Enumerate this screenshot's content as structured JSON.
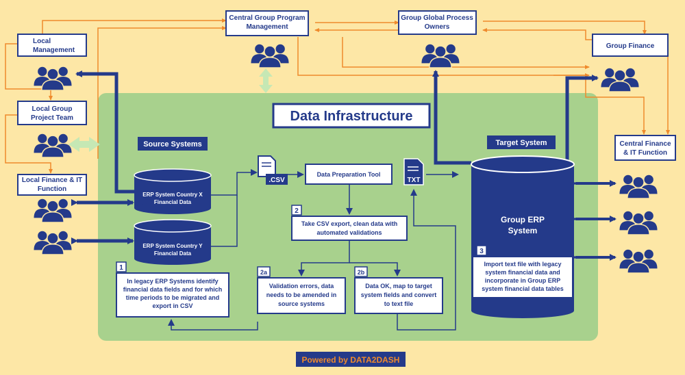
{
  "colors": {
    "background": "#fde7a6",
    "infrastructure": "#a8d18d",
    "navy": "#243a8a",
    "orange": "#ef8a2c",
    "light_arrow": "#c6e8b4",
    "box_fill": "#ffffff"
  },
  "infrastructure": {
    "title": "Data Infrastructure",
    "source_label": "Source Systems",
    "target_label": "Target System"
  },
  "org": {
    "central_pm": [
      "Central Group Program",
      "Management"
    ],
    "global_process": [
      "Group Global Process",
      "Owners"
    ],
    "local_mgmt": [
      "Local",
      "Management"
    ],
    "group_finance": [
      "Group Finance"
    ],
    "local_project": [
      "Local Group",
      "Project Team"
    ],
    "local_finance": [
      "Local Finance & IT",
      "Function"
    ],
    "central_finance": [
      "Central Finance",
      "& IT Function"
    ]
  },
  "databases": {
    "erp_x": [
      "ERP System Country X",
      "Financial Data"
    ],
    "erp_y": [
      "ERP System Country Y",
      "Financial Data"
    ],
    "group_erp": [
      "Group ERP",
      "System"
    ]
  },
  "tool": {
    "data_prep": "Data Preparation Tool",
    "csv_icon": ".CSV",
    "txt_icon": "TXT"
  },
  "steps": {
    "s1": {
      "num": "1",
      "lines": [
        "In legacy ERP Systems identify",
        "financial data fields and for which",
        "time periods to be migrated and",
        "export in CSV"
      ]
    },
    "s2": {
      "num": "2",
      "lines": [
        "Take CSV export, clean data with",
        "automated validations"
      ]
    },
    "s2a": {
      "num": "2a",
      "lines": [
        "Validation errors, data",
        "needs to be amended in",
        "source systems"
      ]
    },
    "s2b": {
      "num": "2b",
      "lines": [
        "Data OK, map to target",
        "system fields and convert",
        "to text file"
      ]
    },
    "s3": {
      "num": "3",
      "lines": [
        "Import text file with legacy",
        "system financial data and",
        "incorporate in Group ERP",
        "system financial data tables"
      ]
    }
  },
  "footer": {
    "text": "Powered by DATA2DASH"
  }
}
